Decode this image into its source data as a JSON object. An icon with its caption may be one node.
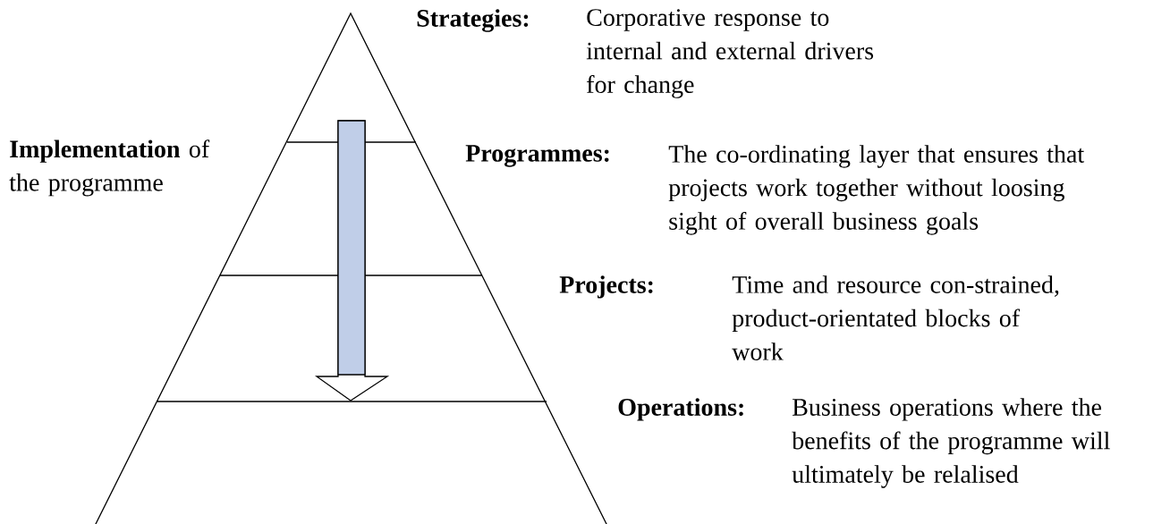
{
  "diagram": {
    "labels": [
      "Strategies:",
      "Corporative response to internal and external drivers for change",
      "**Implementation** of the programme",
      "Programmes:",
      "The co-ordinating layer that ensures that projects work together without loosing sight of overall business goals",
      "Projects:",
      "Time and resource con-strained, product-orientated blocks of work",
      "Operations:",
      "Business operations where the benefits of the programme will ultimately be relalised"
    ]
  }
}
